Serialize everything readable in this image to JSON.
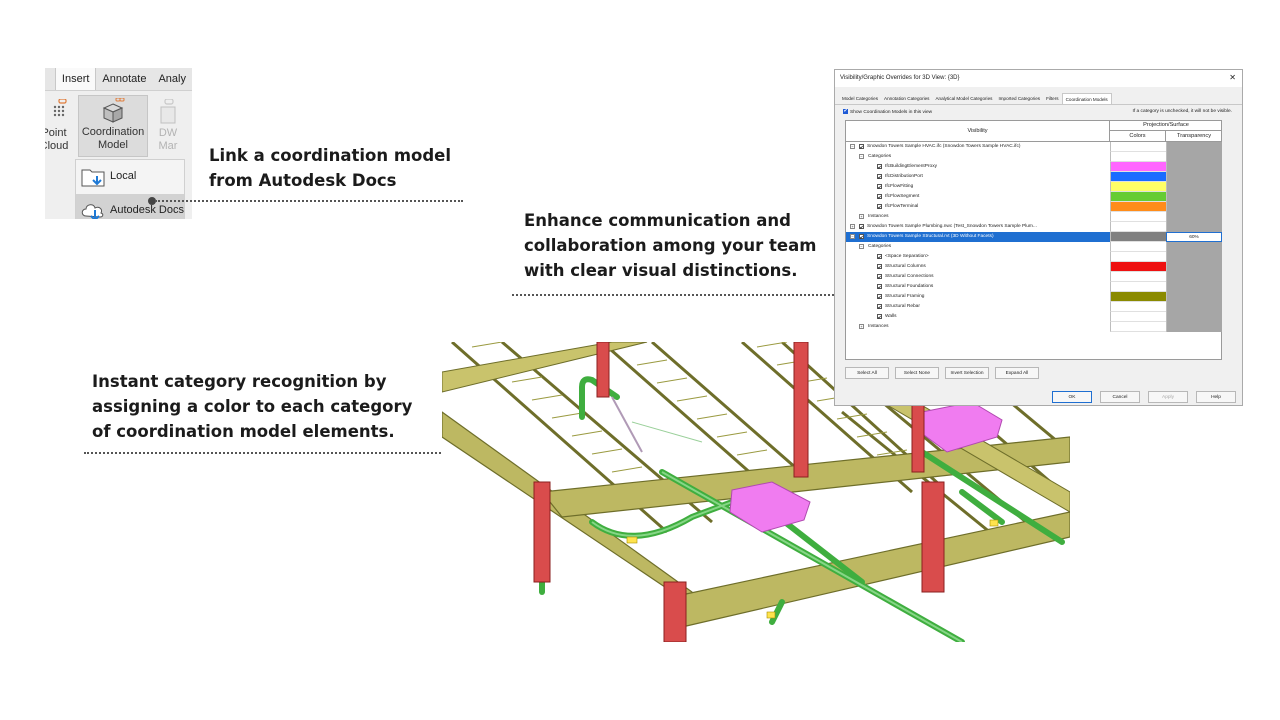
{
  "ribbon": {
    "tabs": [
      "Insert",
      "Annotate",
      "Analy"
    ],
    "point_cloud_label": [
      "Point",
      "Cloud"
    ],
    "coordination_model_label": [
      "Coordination",
      "Model"
    ],
    "dwf_label": [
      "DW",
      "Mar"
    ],
    "dropdown": [
      {
        "label": "Local",
        "icon": "local-folder-icon"
      },
      {
        "label": "Autodesk Docs",
        "icon": "cloud-docs-icon"
      }
    ]
  },
  "callouts": {
    "link_model": [
      "Link a coordination model",
      "from Autodesk Docs"
    ],
    "communication": [
      "Enhance communication and",
      "collaboration among your team",
      "with clear visual distinctions."
    ],
    "category_recognition": [
      "Instant category recognition by",
      "assigning a color to each category",
      "of coordination model elements."
    ]
  },
  "dialog": {
    "title": "Visibility/Graphic Overrides for 3D View: {3D}",
    "close": "✕",
    "tabs": [
      "Model Categories",
      "Annotation Categories",
      "Analytical Model Categories",
      "Imported Categories",
      "Filters",
      "Coordination Models"
    ],
    "active_tab": "Coordination Models",
    "show_models_label": "Show Coordination Models in this view",
    "note": "If a category is unchecked, it will not be visible.",
    "header": {
      "visibility": "Visibility",
      "projection_surface": "Projection/Surface",
      "colors": "Colors",
      "transparency": "Transparency"
    },
    "rows": [
      {
        "level": 0,
        "expander": "−",
        "checked": true,
        "label": "Snowdon Towers Sample HVAC.ifc (Snowdon Towers Sample HVAC.ifc)",
        "color": "",
        "trans": ""
      },
      {
        "level": 1,
        "expander": "−",
        "checked": false,
        "label": "Categories",
        "color": "",
        "trans": ""
      },
      {
        "level": 2,
        "expander": "",
        "checked": true,
        "label": "IfcBuildingElementProxy",
        "color": "#ff66ff",
        "trans": ""
      },
      {
        "level": 2,
        "expander": "",
        "checked": true,
        "label": "IfcDistributionPort",
        "color": "#1a6cff",
        "trans": ""
      },
      {
        "level": 2,
        "expander": "",
        "checked": true,
        "label": "IfcFlowFitting",
        "color": "#ffff66",
        "trans": ""
      },
      {
        "level": 2,
        "expander": "",
        "checked": true,
        "label": "IfcFlowSegment",
        "color": "#66cc33",
        "trans": ""
      },
      {
        "level": 2,
        "expander": "",
        "checked": true,
        "label": "IfcFlowTerminal",
        "color": "#ff8c1a",
        "trans": ""
      },
      {
        "level": 1,
        "expander": "+",
        "checked": false,
        "label": "Instances",
        "color": "",
        "trans": ""
      },
      {
        "level": 0,
        "expander": "+",
        "checked": true,
        "label": "Snowdon Towers Sample Plumbing.nwc (Test_Snowdon Towers Sample Plum...",
        "color": "",
        "trans": ""
      },
      {
        "level": 0,
        "expander": "−",
        "checked": true,
        "label": "Snowdon Towers Sample Structural.rvt (3D Without Facets)",
        "color": "#808080",
        "trans": "60%",
        "selected": true
      },
      {
        "level": 1,
        "expander": "−",
        "checked": false,
        "label": "Categories",
        "color": "",
        "trans": ""
      },
      {
        "level": 2,
        "expander": "",
        "checked": true,
        "label": "<Space Separation>",
        "color": "",
        "trans": ""
      },
      {
        "level": 2,
        "expander": "",
        "checked": true,
        "label": "Structural Columns",
        "color": "#ee1111",
        "trans": ""
      },
      {
        "level": 2,
        "expander": "",
        "checked": true,
        "label": "Structural Connections",
        "color": "",
        "trans": ""
      },
      {
        "level": 2,
        "expander": "",
        "checked": true,
        "label": "Structural Foundations",
        "color": "",
        "trans": ""
      },
      {
        "level": 2,
        "expander": "",
        "checked": true,
        "label": "Structural Framing",
        "color": "#8a8a00",
        "trans": ""
      },
      {
        "level": 2,
        "expander": "",
        "checked": true,
        "label": "Structural Rebar",
        "color": "",
        "trans": ""
      },
      {
        "level": 2,
        "expander": "",
        "checked": true,
        "label": "Walls",
        "color": "",
        "trans": ""
      },
      {
        "level": 1,
        "expander": "+",
        "checked": false,
        "label": "Instances",
        "color": "",
        "trans": ""
      }
    ],
    "buttons_row1": [
      "Select All",
      "Select None",
      "Invert Selection",
      "Expand All"
    ],
    "buttons_row2": [
      "OK",
      "Cancel",
      "Apply",
      "Help"
    ]
  }
}
